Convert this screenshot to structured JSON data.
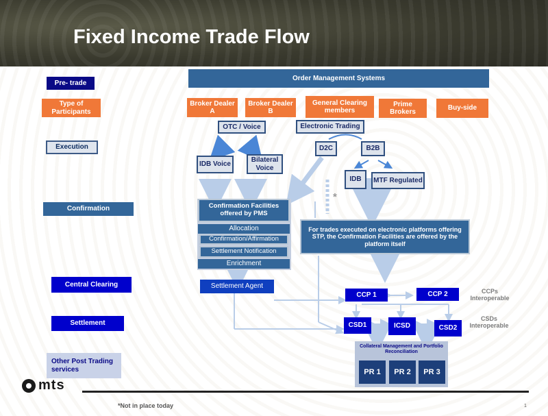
{
  "title": "Fixed Income Trade Flow",
  "stages": {
    "pre_trade": "Pre- trade",
    "participants": "Type of Participants",
    "execution": "Execution",
    "confirmation": "Confirmation",
    "central_clearing": "Central Clearing",
    "settlement": "Settlement",
    "other_post_trading": "Other Post Trading services"
  },
  "oms": "Order Management Systems",
  "participants": {
    "broker_a": "Broker Dealer A",
    "broker_b": "Broker Dealer B",
    "gcm": "General Clearing members",
    "prime": "Prime Brokers",
    "buyside": "Buy-side"
  },
  "execution": {
    "otc": "OTC / Voice",
    "electronic": "Electronic Trading",
    "idb_voice": "IDB Voice",
    "bilateral_voice": "Bilateral Voice",
    "d2c": "D2C",
    "b2b": "B2B",
    "idb": "IDB",
    "mtf": "MTF Regulated"
  },
  "confirmation": {
    "pms_title": "Confirmation Facilities offered by PMS",
    "items": [
      "Allocation",
      "Confirmation/Affirmation",
      "Settlement Notification",
      "Enrichment"
    ],
    "electronic_note": "For trades executed on electronic platforms offering STP, the Confirmation Facilities are offered by the platform itself",
    "asterisk": "*"
  },
  "settlement_agent": "Settlement Agent",
  "clearing": {
    "ccp1": "CCP 1",
    "ccp2": "CCP 2",
    "ccps_label": "CCPs Interoperable"
  },
  "settlement": {
    "csd1": "CSD1",
    "icsd": "ICSD",
    "csd2": "CSD2",
    "csds_label": "CSDs Interoperable"
  },
  "post_trading": {
    "collateral": "Collateral Management and Portfolio Reconciliation",
    "pr": [
      "PR 1",
      "PR 2",
      "PR 3"
    ]
  },
  "logo": "mts",
  "footnote": "*Not in place  today",
  "page_number": "1",
  "colors": {
    "header_bg": "#3a3a2e",
    "navy": "#0a0a86",
    "steel": "#336699",
    "orange": "#f07838",
    "arrow_light": "#b9cde8",
    "arrow_mid": "#4a86d6",
    "ccp_blue": "#0000cc"
  }
}
